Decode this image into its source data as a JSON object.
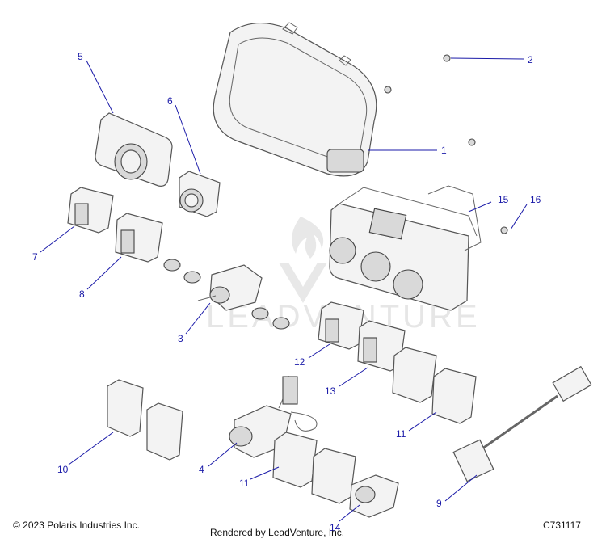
{
  "footer": {
    "copyright": "© 2023 Polaris Industries Inc.",
    "rendered_by": "Rendered by LeadVenture, Inc.",
    "diagram_code": "C731117"
  },
  "watermark": {
    "text": "LEADVENTURE"
  },
  "callouts": {
    "c1": "1",
    "c2": "2",
    "c3": "3",
    "c4": "4",
    "c5": "5",
    "c6": "6",
    "c7": "7",
    "c8": "8",
    "c9": "9",
    "c10": "10",
    "c11a": "11",
    "c11b": "11",
    "c12": "12",
    "c13": "13",
    "c14": "14",
    "c15": "15",
    "c16": "16"
  }
}
